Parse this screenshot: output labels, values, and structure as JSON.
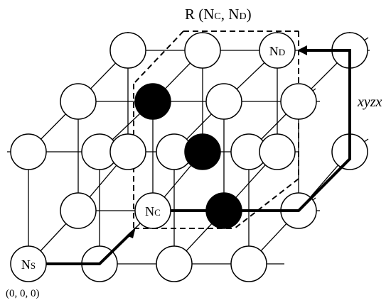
{
  "title": "R (N",
  "title_sub_c": "C",
  "title_mid": ", N",
  "title_sub_d": "D",
  "title_end": ")",
  "node_source": {
    "main": "N",
    "sub": "S"
  },
  "node_current": {
    "main": "N",
    "sub": "C"
  },
  "node_dest": {
    "main": "N",
    "sub": "D"
  },
  "origin_label": "(0, 0, 0)",
  "route_label": "xyzx",
  "colors": {
    "stroke": "#000000",
    "node_fill": "#ffffff",
    "faulty_fill": "#000000"
  }
}
